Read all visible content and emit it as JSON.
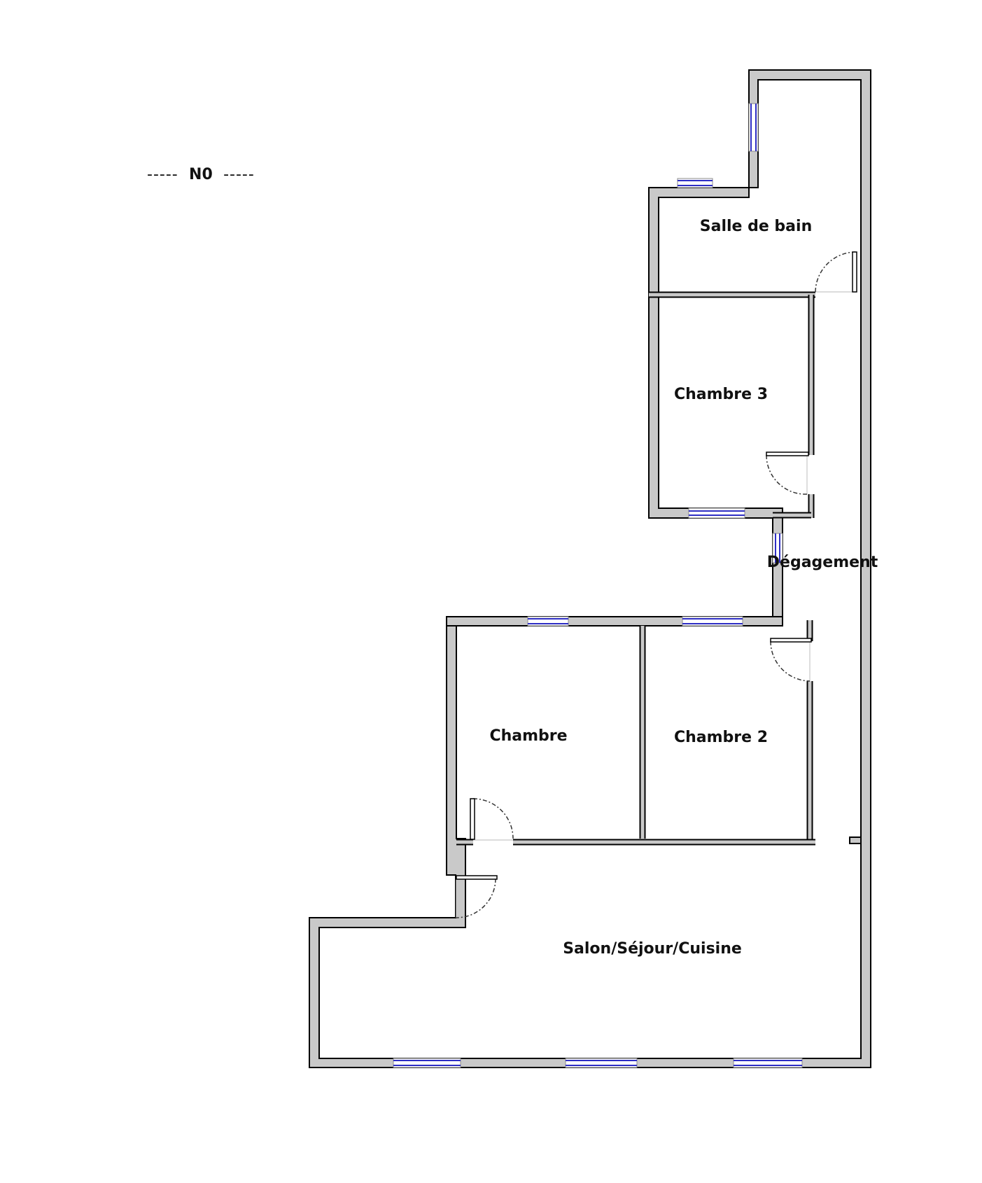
{
  "level": {
    "name": "N0",
    "dashes": "-----"
  },
  "rooms": [
    {
      "key": "salle_de_bain",
      "label": "Salle de bain"
    },
    {
      "key": "chambre_3",
      "label": "Chambre 3"
    },
    {
      "key": "degagement",
      "label": "Dégagement"
    },
    {
      "key": "chambre",
      "label": "Chambre"
    },
    {
      "key": "chambre_2",
      "label": "Chambre 2"
    },
    {
      "key": "salon",
      "label": "Salon/Séjour/Cuisine"
    }
  ],
  "colors": {
    "wall_fill": "#c9c9c9",
    "wall_stroke": "#000000",
    "window": "#2e2ec4"
  }
}
